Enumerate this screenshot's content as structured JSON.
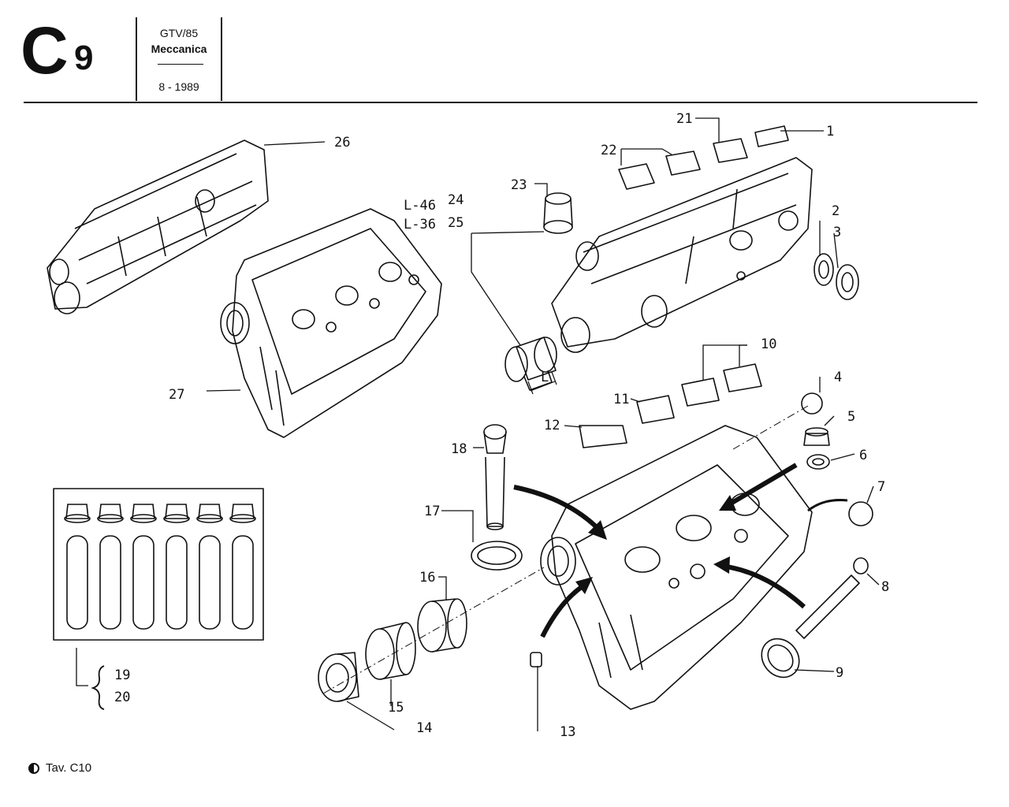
{
  "header": {
    "section_letter": "C",
    "section_number": "9",
    "model": "GTV/85",
    "category": "Meccanica",
    "date": "8 - 1989"
  },
  "callouts": {
    "c1": "1",
    "c2": "2",
    "c3": "3",
    "c4": "4",
    "c5": "5",
    "c6": "6",
    "c7": "7",
    "c8": "8",
    "c9": "9",
    "c10": "10",
    "c11": "11",
    "c12": "12",
    "c13": "13",
    "c14": "14",
    "c15": "15",
    "c16": "16",
    "c17": "17",
    "c18": "18",
    "c19": "19",
    "c20": "20",
    "c21": "21",
    "c22": "22",
    "c23": "23",
    "c24": "24",
    "c25": "25",
    "c26": "26",
    "c27": "27"
  },
  "dimensions": {
    "l46": "L-46",
    "l36": "L-36",
    "l": "L"
  },
  "footer": {
    "reference": "Tav. C10"
  }
}
